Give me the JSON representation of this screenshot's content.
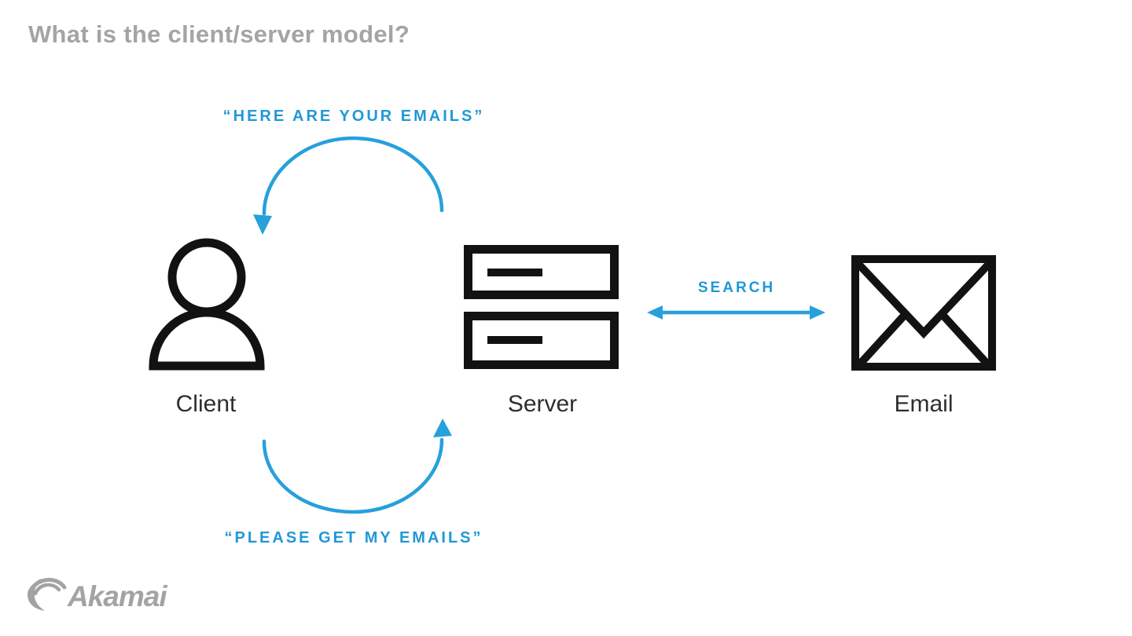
{
  "title": "What is the client/server model?",
  "diagram": {
    "messages": {
      "server_to_client": "“HERE ARE YOUR EMAILS”",
      "client_to_server": "“PLEASE GET MY EMAILS”",
      "server_to_email": "SEARCH"
    },
    "nodes": {
      "client": {
        "label": "Client",
        "icon": "person-icon"
      },
      "server": {
        "label": "Server",
        "icon": "server-stack-icon"
      },
      "email": {
        "label": "Email",
        "icon": "envelope-icon"
      }
    },
    "arrows": {
      "top_arc": "curved arrow from Server to Client, arrowhead pointing down at Client",
      "bottom_arc": "curved arrow from Client to Server, arrowhead pointing up at Server",
      "search": "horizontal double-headed arrow between Server and Email"
    },
    "colors": {
      "accent_blue": "#27A0DC",
      "icon_black": "#121212",
      "node_label_gray": "#2E2E2E",
      "title_gray": "#A4A4A4",
      "logo_gray": "#A3A3A3",
      "background": "#FFFFFF"
    }
  },
  "footer": {
    "brand": "Akamai"
  }
}
